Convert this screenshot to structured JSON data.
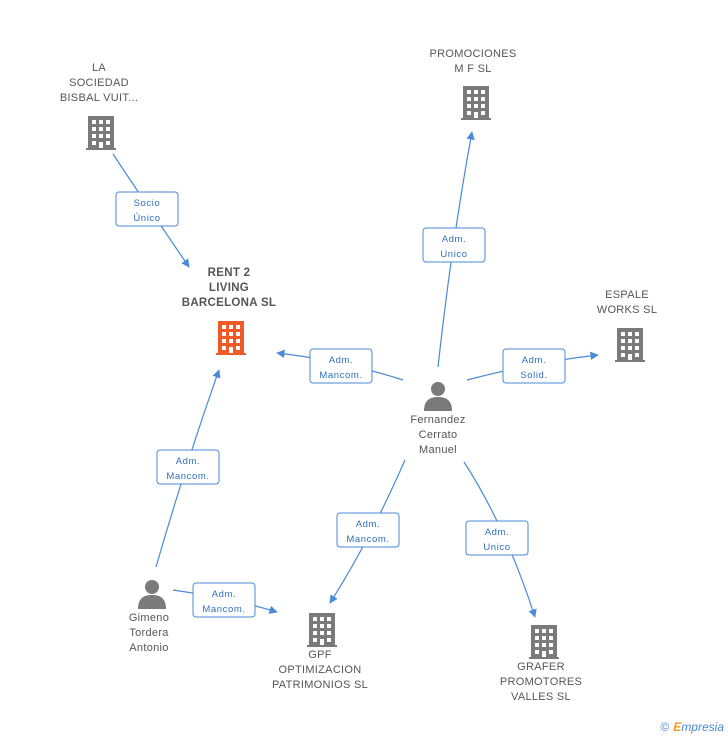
{
  "colors": {
    "edge": "#4a8ad6",
    "node": "#7a7a7a",
    "focus": "#f05a28",
    "label": "#555555"
  },
  "nodes": [
    {
      "id": "rent2",
      "type": "company",
      "focus": true,
      "lines": [
        "RENT 2",
        "LIVING",
        "BARCELONA SL"
      ]
    },
    {
      "id": "lasociedad",
      "type": "company",
      "lines": [
        "LA",
        "SOCIEDAD",
        "BISBAL VUIT..."
      ]
    },
    {
      "id": "promociones",
      "type": "company",
      "lines": [
        "PROMOCIONES",
        "M F SL"
      ]
    },
    {
      "id": "espale",
      "type": "company",
      "lines": [
        "ESPALE",
        "WORKS SL"
      ]
    },
    {
      "id": "fernandez",
      "type": "person",
      "lines": [
        "Fernandez",
        "Cerrato",
        "Manuel"
      ]
    },
    {
      "id": "gimeno",
      "type": "person",
      "lines": [
        "Gimeno",
        "Tordera",
        "Antonio"
      ]
    },
    {
      "id": "gpf",
      "type": "company",
      "lines": [
        "GPF",
        "OPTIMIZACION",
        "PATRIMONIOS SL"
      ]
    },
    {
      "id": "grafer",
      "type": "company",
      "lines": [
        "GRAFER",
        "PROMOTORES",
        "VALLES SL"
      ]
    }
  ],
  "edges": [
    {
      "from": "lasociedad",
      "to": "rent2",
      "lines": [
        "Socio",
        "Único"
      ]
    },
    {
      "from": "fernandez",
      "to": "promociones",
      "lines": [
        "Adm.",
        "Unico"
      ]
    },
    {
      "from": "fernandez",
      "to": "rent2",
      "lines": [
        "Adm.",
        "Mancom."
      ]
    },
    {
      "from": "fernandez",
      "to": "espale",
      "lines": [
        "Adm.",
        "Solid."
      ]
    },
    {
      "from": "gimeno",
      "to": "rent2",
      "lines": [
        "Adm.",
        "Mancom."
      ]
    },
    {
      "from": "fernandez",
      "to": "gpf",
      "lines": [
        "Adm.",
        "Mancom."
      ]
    },
    {
      "from": "fernandez",
      "to": "grafer",
      "lines": [
        "Adm.",
        "Unico"
      ]
    },
    {
      "from": "gimeno",
      "to": "gpf",
      "lines": [
        "Adm.",
        "Mancom."
      ]
    }
  ],
  "footer": {
    "copyright": "©",
    "brand_e": "E",
    "brand_rest": "mpresia"
  }
}
